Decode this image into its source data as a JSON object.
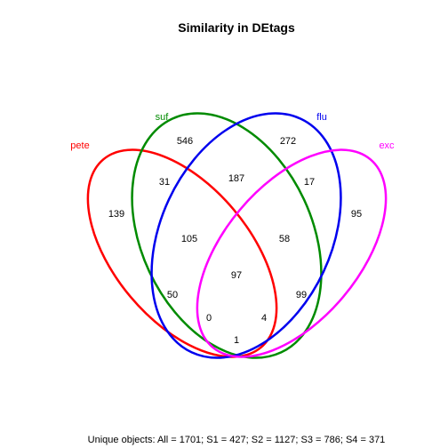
{
  "title": "Similarity in DEtags",
  "sets": [
    {
      "name": "pete",
      "color": "#ff0000"
    },
    {
      "name": "suf",
      "color": "#008b00"
    },
    {
      "name": "flu",
      "color": "#0000ee"
    },
    {
      "name": "exc",
      "color": "#ff00ff"
    }
  ],
  "regions": {
    "pete_only": "139",
    "suf_only": "546",
    "flu_only": "272",
    "exc_only": "95",
    "pete_suf": "31",
    "suf_flu": "187",
    "flu_exc": "17",
    "pete_suf_flu": "105",
    "suf_flu_exc": "58",
    "all_four": "97",
    "pete_flu": "50",
    "suf_exc": "99",
    "pete_flu_exc": "0",
    "pete_suf_exc": "4",
    "pete_exc": "1"
  },
  "footer": "Unique objects: All = 1701; S1 = 427; S2 = 1127; S3 = 786; S4 = 371"
}
